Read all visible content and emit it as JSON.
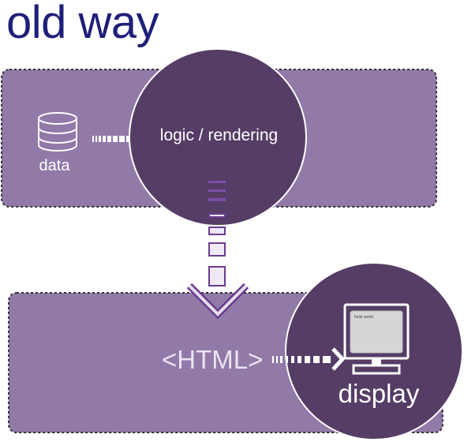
{
  "title": "old way",
  "labels": {
    "data": "data",
    "logic": "logic / rendering",
    "html": "<HTML>",
    "display": "display",
    "screen_text": "hello world"
  },
  "icons": {
    "data": "database-icon",
    "display": "monitor-icon"
  },
  "colors": {
    "title": "#1f1f7a",
    "panel": "#9179a8",
    "circle": "#553d66",
    "arrow": "#6a3b8f"
  }
}
